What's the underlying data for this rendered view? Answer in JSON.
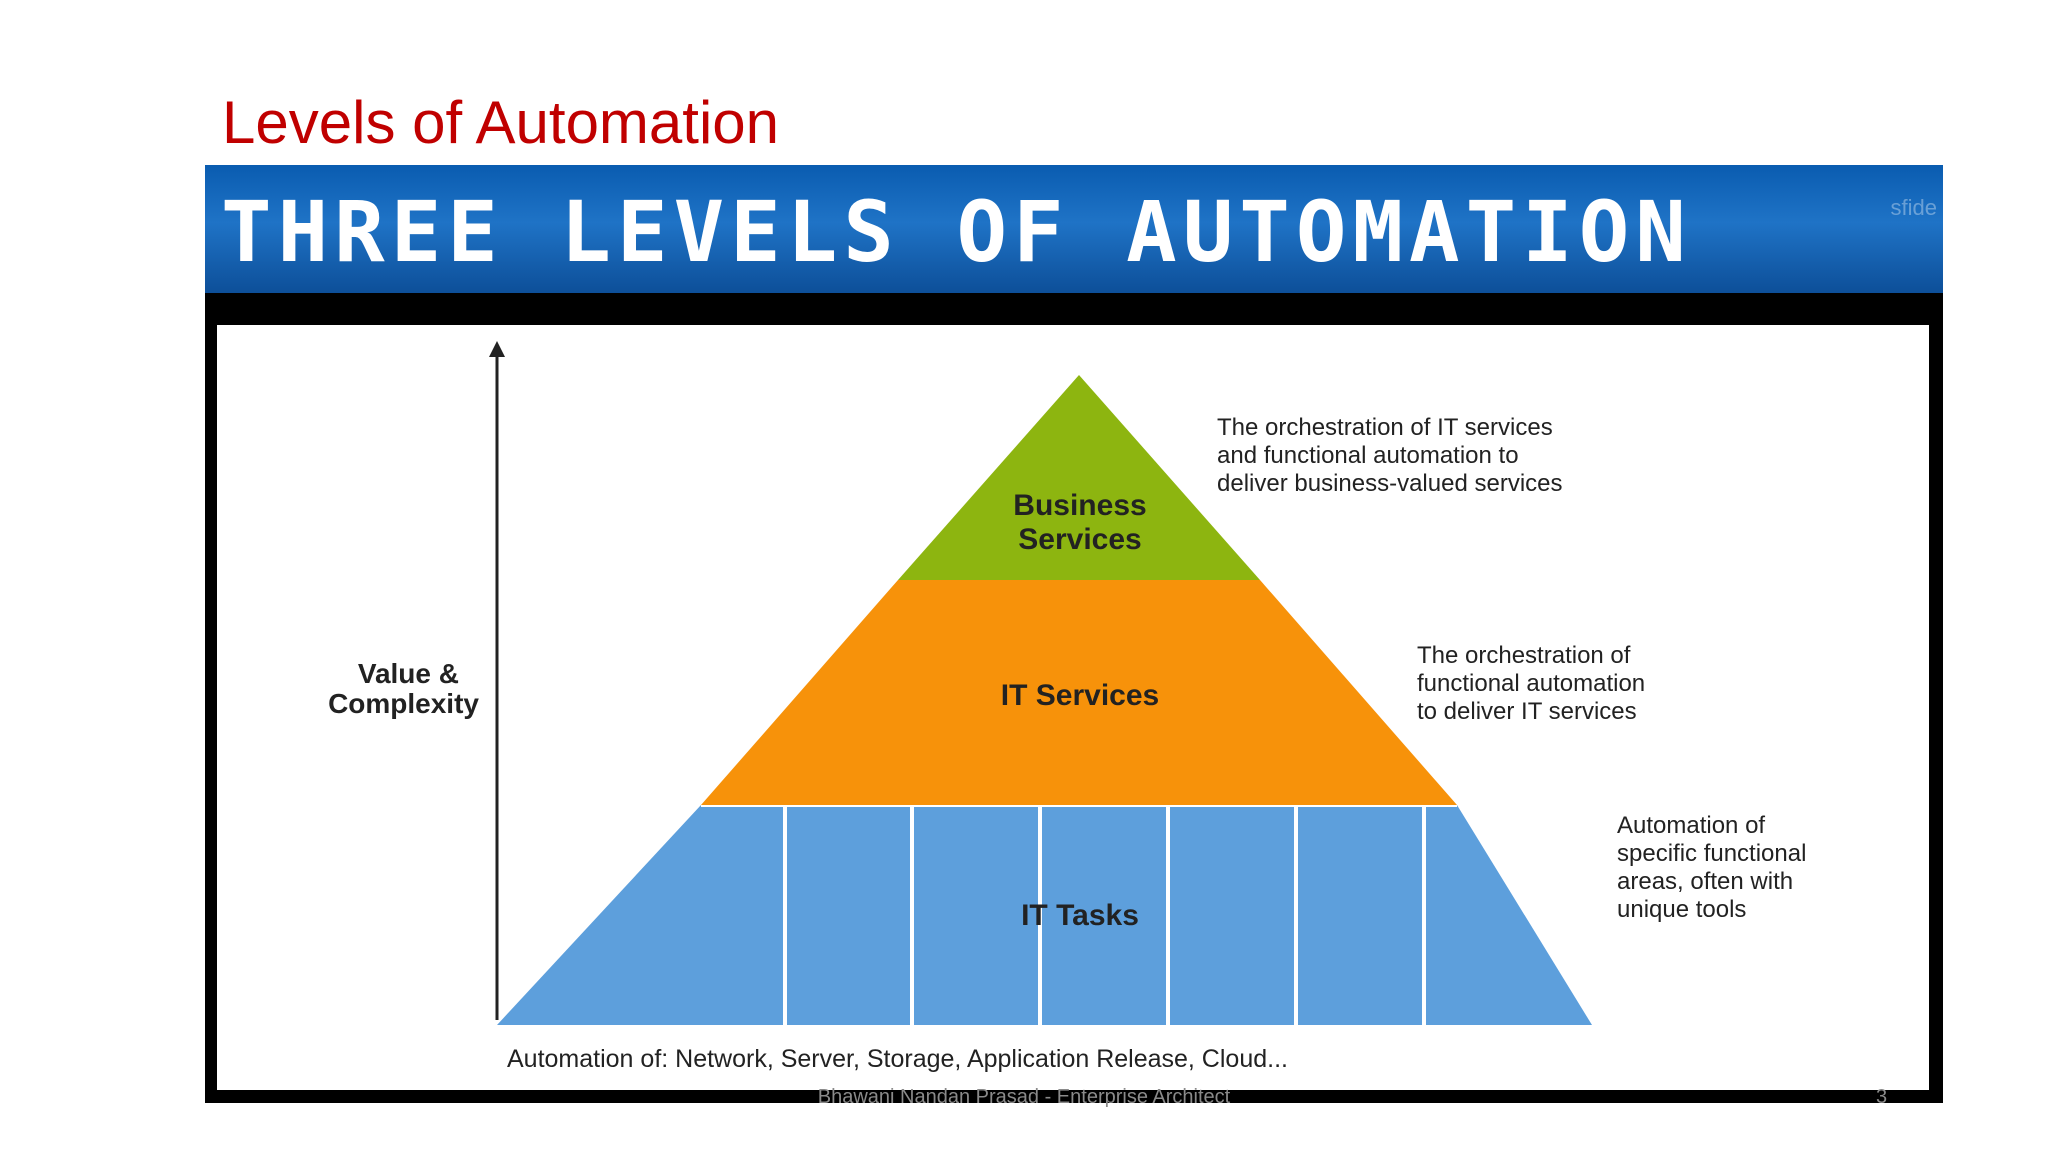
{
  "slide": {
    "title": "Levels of Automation",
    "footer": "Bhawani Nandan Prasad - Enterprise Architect",
    "page_number": "3"
  },
  "figure": {
    "banner_title": "THREE LEVELS OF AUTOMATION",
    "watermark": "sfide",
    "axis_label_line1": "Value &",
    "axis_label_line2": "Complexity",
    "levels": [
      {
        "name_line1": "Business",
        "name_line2": "Services",
        "color": "#8db510",
        "description": [
          "The orchestration of IT services",
          "and functional automation to",
          "deliver business-valued services"
        ]
      },
      {
        "name_line1": "IT Services",
        "name_line2": "",
        "color": "#f7920a",
        "description": [
          "The orchestration of",
          "functional automation",
          "to deliver IT services"
        ]
      },
      {
        "name_line1": "IT Tasks",
        "name_line2": "",
        "color": "#5d9fdc",
        "description": [
          "Automation of",
          "specific functional",
          "areas, often with",
          "unique tools"
        ]
      }
    ],
    "bottom_caption": "Automation of: Network, Server, Storage, Application Release, Cloud..."
  },
  "colors": {
    "title": "#c00000",
    "banner": "#1f73c6",
    "text_dark": "#222222"
  }
}
